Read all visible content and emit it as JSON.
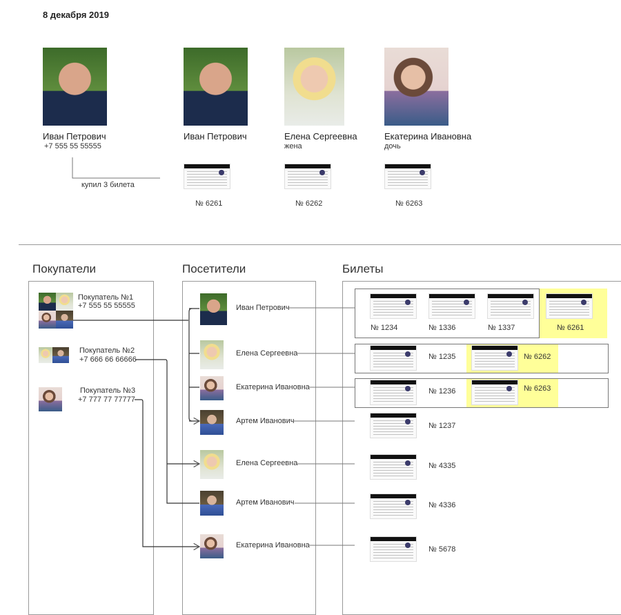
{
  "date": "8 декабря 2019",
  "top": {
    "buyer": {
      "name": "Иван Петрович",
      "phone": "+7 555 55 55555",
      "note": "купил 3 билета"
    },
    "visitors": [
      {
        "name": "Иван Петрович",
        "role": "",
        "ticket": "№ 6261"
      },
      {
        "name": "Елена Сергеевна",
        "role": "жена",
        "ticket": "№ 6262"
      },
      {
        "name": "Екатерина Ивановна",
        "role": "дочь",
        "ticket": "№ 6263"
      }
    ]
  },
  "columns": {
    "buyers": "Покупатели",
    "visitors": "Посетители",
    "tickets": "Билеты"
  },
  "buyers": [
    {
      "title": "Покупатель №1",
      "phone": "+7 555 55 55555"
    },
    {
      "title": "Покупатель №2",
      "phone": "+7 666 66 66666"
    },
    {
      "title": "Покупатель №3",
      "phone": "+7 777 77 77777"
    }
  ],
  "visitors": [
    "Иван Петрович",
    "Елена Сергеевна",
    "Екатерина Ивановна",
    "Артем Иванович",
    "Елена Сергеевна",
    "Артем Иванович",
    "Екатерина Ивановна"
  ],
  "tickets": {
    "row1": [
      "№ 1234",
      "№ 1336",
      "№ 1337",
      "№ 6261"
    ],
    "row2": [
      "№ 1235",
      "№ 6262"
    ],
    "row3": [
      "№ 1236",
      "№ 6263"
    ],
    "single": [
      "№ 1237",
      "№ 4335",
      "№ 4336",
      "№ 5678"
    ]
  },
  "colors": {
    "highlight": "#ffff99",
    "line": "#555555"
  }
}
